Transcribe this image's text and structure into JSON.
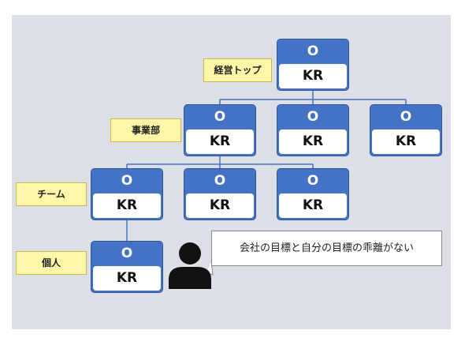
{
  "levels": [
    {
      "label": "経営トップ"
    },
    {
      "label": "事業部"
    },
    {
      "label": "チーム"
    },
    {
      "label": "個人"
    }
  ],
  "okr": {
    "objective": "O",
    "key_result": "KR"
  },
  "callout": {
    "text": "会社の目標と自分の目標の乖離がない"
  },
  "colors": {
    "objective_fill": "#4472c4",
    "level_label_fill": "#fff7a8",
    "background": "#dcdfe6"
  },
  "icons": {
    "person": "person-silhouette-icon"
  }
}
